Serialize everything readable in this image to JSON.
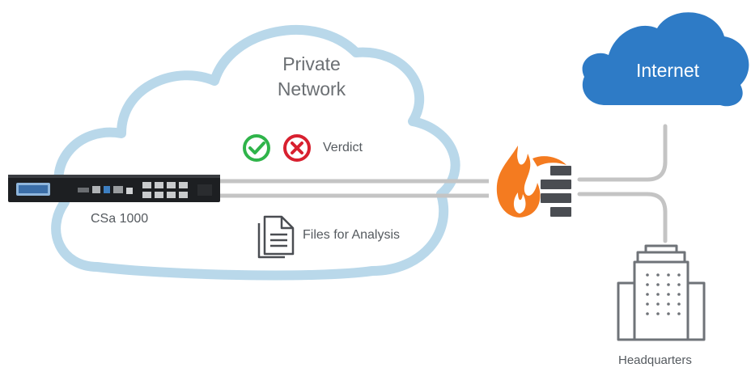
{
  "private_network": {
    "line1": "Private",
    "line2": "Network"
  },
  "verdict": {
    "label": "Verdict",
    "icons": [
      "check-circle-icon",
      "x-circle-icon"
    ]
  },
  "files": {
    "label": "Files for Analysis",
    "icon": "documents-icon"
  },
  "device": {
    "label": "CSa 1000"
  },
  "internet": {
    "label": "Internet"
  },
  "headquarters": {
    "label": "Headquarters"
  },
  "colors": {
    "cloud_outline": "#b9d8ea",
    "internet_cloud": "#2e7bc6",
    "connector_gray": "#c4c4c4",
    "check_green": "#2fb44a",
    "x_red": "#d8202f",
    "flame_orange": "#f47b20",
    "firewall_gray": "#4a4d52",
    "building_gray": "#6f7378"
  }
}
